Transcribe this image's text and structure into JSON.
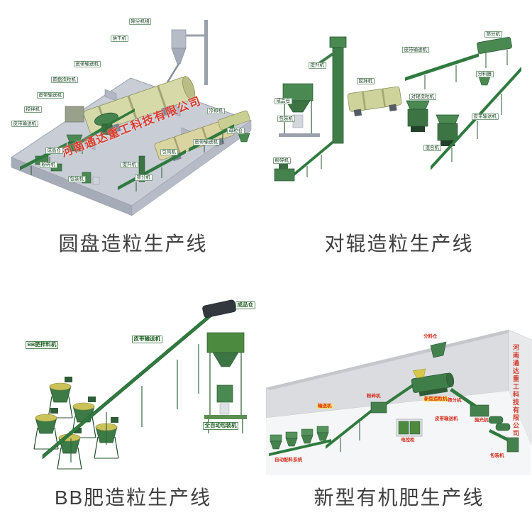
{
  "page": {
    "background": "#ffffff"
  },
  "watermark": {
    "text": "河南通达重工科技有限公司",
    "color": "#d93b2c"
  },
  "panels": [
    {
      "caption": "圆盘造粒生产线",
      "labels": [
        "除尘机组",
        "烘干机",
        "皮带输送机",
        "圆盘造粒机",
        "皮带输送机",
        "搅拌机",
        "皮带输送机",
        "成品仓",
        "粉碎机",
        "包装机",
        "提升机",
        "筛分机",
        "引风机",
        "皮带输送机",
        "母粒仓",
        "冷却机"
      ]
    },
    {
      "caption": "对辊造粒生产线",
      "labels": [
        "提升机",
        "成品仓",
        "包装机",
        "搅拌机",
        "对辊造粒机",
        "皮带输送机",
        "筛分机",
        "分料器",
        "混合机",
        "皮带输送机",
        "粉碎机"
      ]
    },
    {
      "caption": "BB肥造粒生产线",
      "labels": [
        "BB肥拌料机",
        "皮带输送机",
        "成品仓",
        "全自动包装机"
      ]
    },
    {
      "caption": "新型有机肥生产线",
      "labels": [
        "分料仓",
        "输送机",
        "新型造粒机",
        "筛分机",
        "抛光机",
        "粉碎机",
        "电控柜",
        "自动配料系统",
        "包装机",
        "皮带输送机"
      ]
    }
  ]
}
